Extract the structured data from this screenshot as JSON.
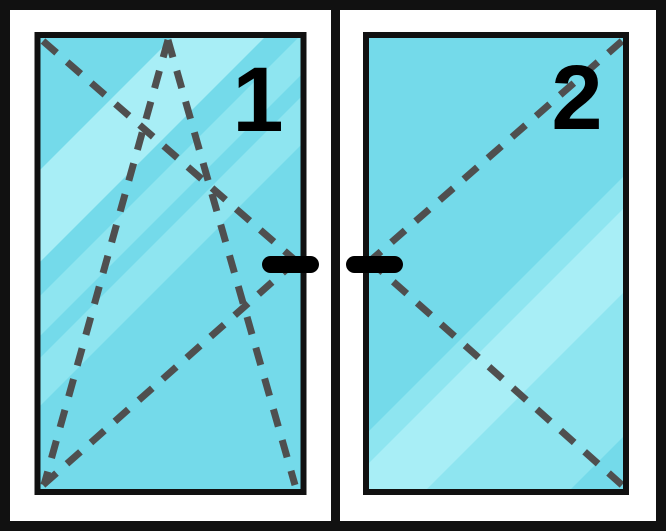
{
  "window": {
    "panes": [
      {
        "label": "1",
        "opening": "tilt-and-turn",
        "hinge_side": "left",
        "handle_side": "right"
      },
      {
        "label": "2",
        "opening": "turn",
        "hinge_side": "right",
        "handle_side": "left"
      }
    ],
    "colors": {
      "outline": "#111111",
      "frame_white": "#ffffff",
      "glass": "#74DAEA",
      "reflection_medium": "#8EE5F0",
      "reflection_bright": "#A8EEF6",
      "dash": "#4F4F4F",
      "handle": "#000000",
      "label": "#000000"
    }
  }
}
